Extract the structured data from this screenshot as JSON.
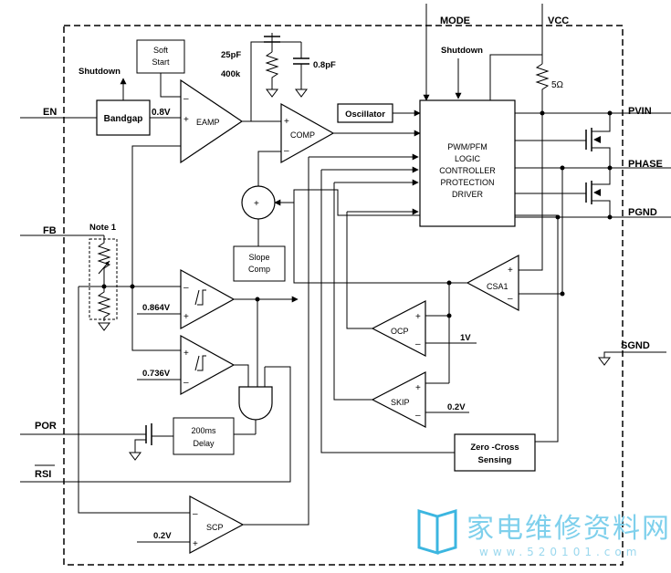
{
  "pins": {
    "en": "EN",
    "fb": "FB",
    "por": "POR",
    "rsi": "RSI",
    "mode": "MODE",
    "vcc": "VCC",
    "pvin": "PVIN",
    "phase": "PHASE",
    "pgnd": "PGND",
    "sgnd": "SGND"
  },
  "blocks": {
    "soft_start_line1": "Soft",
    "soft_start_line2": "Start",
    "bandgap": "Bandgap",
    "eamp": "EAMP",
    "comp": "COMP",
    "oscillator": "Oscillator",
    "controller_lines": [
      "PWM/PFM",
      "LOGIC",
      "CONTROLLER",
      "PROTECTION",
      "DRIVER"
    ],
    "slope_comp_line1": "Slope",
    "slope_comp_line2": "Comp",
    "csa": "CSA1",
    "ocp": "OCP",
    "skip": "SKIP",
    "delay_line1": "200ms",
    "delay_line2": "Delay",
    "zero_cross_line1": "Zero -Cross",
    "zero_cross_line2": "Sensing",
    "scp": "SCP"
  },
  "labels": {
    "shutdown_left": "Shutdown",
    "shutdown_top": "Shutdown",
    "ref_08": "0.8V",
    "cap_25p": "25pF",
    "res_400k": "400k",
    "cap_08p": "0.8pF",
    "res_5ohm": "5Ω",
    "note1": "Note 1",
    "ref_0864": "0.864V",
    "ref_0736": "0.736V",
    "ref_1v": "1V",
    "ref_02v_skip": "0.2V",
    "ref_02v_scp": "0.2V",
    "plus": "+",
    "minus": "–"
  },
  "watermark": {
    "text": "家电维修资料网",
    "sub": "www.520101.com"
  }
}
